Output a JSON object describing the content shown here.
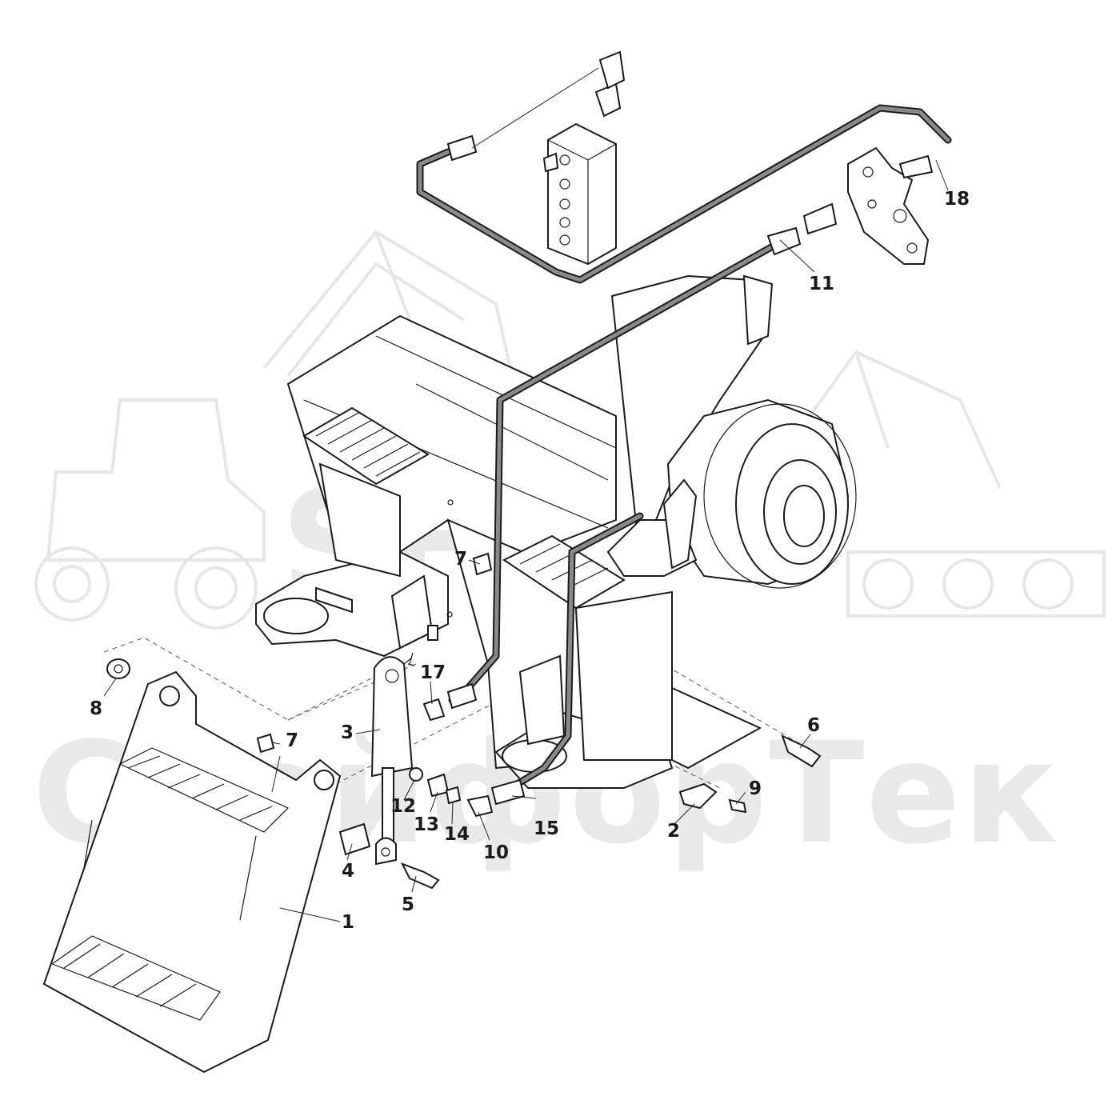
{
  "watermark": {
    "logo_text": "SFT",
    "brand_text": "СкайфорТек",
    "tractor_left_icon": "tractor-icon",
    "excavator_center_icon": "excavator-icon",
    "excavator_right_icon": "excavator-icon"
  },
  "callouts": [
    {
      "id": "1",
      "label": "1"
    },
    {
      "id": "2",
      "label": "2"
    },
    {
      "id": "3",
      "label": "3"
    },
    {
      "id": "4",
      "label": "4"
    },
    {
      "id": "5",
      "label": "5"
    },
    {
      "id": "6",
      "label": "6"
    },
    {
      "id": "7a",
      "label": "7"
    },
    {
      "id": "7b",
      "label": "7"
    },
    {
      "id": "8",
      "label": "8"
    },
    {
      "id": "9",
      "label": "9"
    },
    {
      "id": "10",
      "label": "10"
    },
    {
      "id": "11",
      "label": "11"
    },
    {
      "id": "12",
      "label": "12"
    },
    {
      "id": "13",
      "label": "13"
    },
    {
      "id": "14",
      "label": "14"
    },
    {
      "id": "15",
      "label": "15"
    },
    {
      "id": "17",
      "label": "17"
    },
    {
      "id": "18",
      "label": "18"
    }
  ]
}
